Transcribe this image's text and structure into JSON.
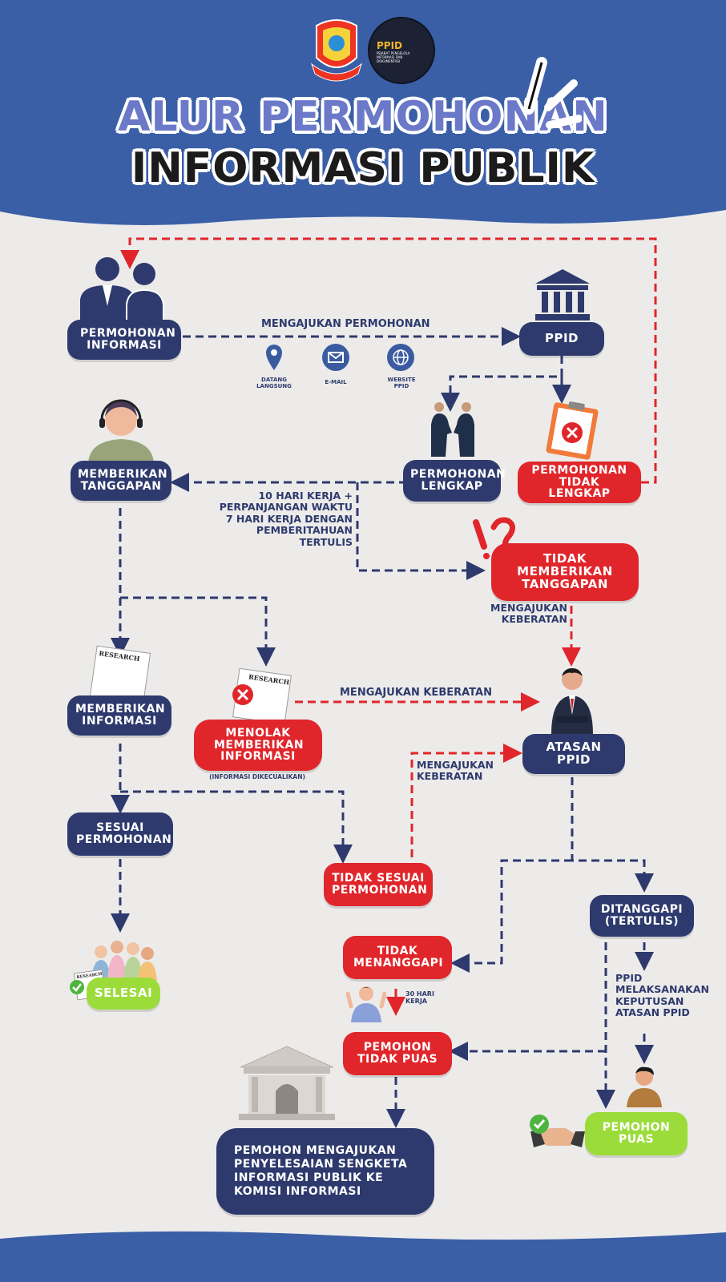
{
  "header": {
    "title_line1": "ALUR PERMOHONAN",
    "title_line2": "INFORMASI PUBLIK",
    "ppid_logo_title": "PPID",
    "ppid_logo_subtitle": "PEJABAT PENGELOLA INFORMASI DAN DOKUMENTASI"
  },
  "nodes": {
    "permohonan_informasi": "PERMOHONAN INFORMASI",
    "ppid": "PPID",
    "memberikan_tanggapan": "MEMBERIKAN TANGGAPAN",
    "permohonan_lengkap": "PERMOHONAN LENGKAP",
    "permohonan_tidak_lengkap": "PERMOHONAN TIDAK LENGKAP",
    "tidak_memberikan_tanggapan": "TIDAK MEMBERIKAN TANGGAPAN",
    "memberikan_informasi": "MEMBERIKAN INFORMASI",
    "menolak_memberikan_informasi": "MENOLAK MEMBERIKAN INFORMASI",
    "atasan_ppid": "ATASAN PPID",
    "sesuai_permohonan": "SESUAI PERMOHONAN",
    "tidak_sesuai_permohonan": "TIDAK SESUAI PERMOHONAN",
    "ditanggapi": "DITANGGAPI (TERTULIS)",
    "tidak_menanggapi": "TIDAK MENANGGAPI",
    "selesai": "SELESAI",
    "pemohon_tidak_puas": "PEMOHON TIDAK PUAS",
    "pemohon_puas": "PEMOHON PUAS",
    "pemohon_mengajukan": "PEMOHON MENGAJUKAN PENYELESAIAN SENGKETA INFORMASI PUBLIK KE KOMISI INFORMASI"
  },
  "labels": {
    "mengajukan_permohonan": "MENGAJUKAN PERMOHONAN",
    "channel_datang": "DATANG LANGSUNG",
    "channel_email": "E-MAIL",
    "channel_website": "WEBSITE PPID",
    "waktu_line1": "10 HARI KERJA +",
    "waktu_line2": "PERPANJANGAN WAKTU",
    "waktu_line3": "7 HARI KERJA DENGAN",
    "waktu_line4": "PEMBERITAHUAN",
    "waktu_line5": "TERTULIS",
    "keberatan_right_line1": "MENGAJUKAN",
    "keberatan_right_line2": "KEBERATAN",
    "keberatan_mid": "MENGAJUKAN KEBERATAN",
    "keberatan_lower_line1": "MENGAJUKAN",
    "keberatan_lower_line2": "KEBERATAN",
    "dikecualikan": "(INFORMASI DIKECUALIKAN)",
    "hari30_line1": "30 HARI",
    "hari30_line2": "KERJA",
    "ppid_melaksanakan_line1": "PPID",
    "ppid_melaksanakan_line2": "MELAKSANAKAN",
    "ppid_melaksanakan_line3": "KEPUTUSAN",
    "ppid_melaksanakan_line4": "ATASAN PPID",
    "research_1": "RESEARCH",
    "research_2": "RESEARCH",
    "research_3": "RESEARCH"
  },
  "colors": {
    "navy": "#2e3a6d",
    "red": "#e0262b",
    "green": "#9bdc3b",
    "header_blue": "#3a5fa6",
    "background": "#ecebea"
  }
}
